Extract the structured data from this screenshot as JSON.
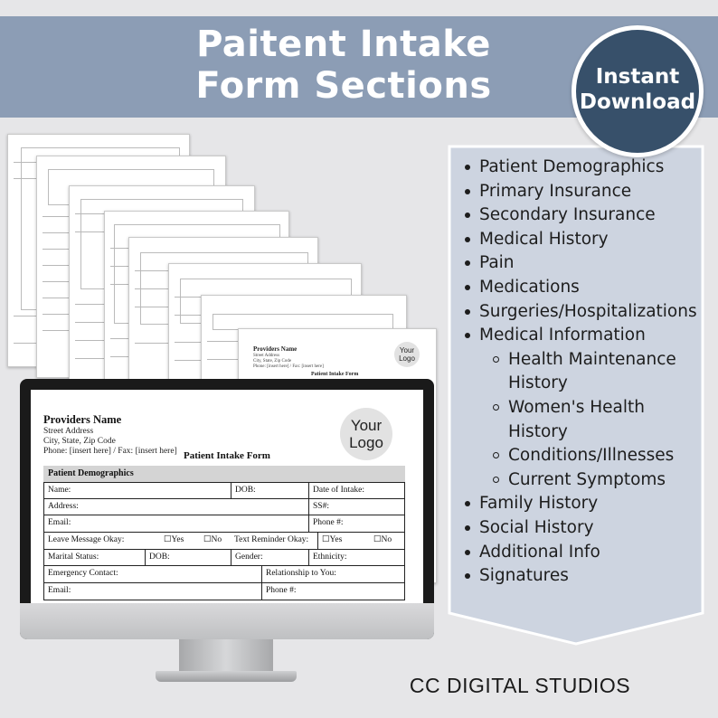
{
  "header": {
    "title_line1": "Paitent Intake",
    "title_line2": "Form Sections",
    "badge_line1": "Instant",
    "badge_line2": "Download"
  },
  "colors": {
    "banner": "#8c9db5",
    "badge": "#37506a",
    "panel": "#cdd4e0"
  },
  "sections": [
    {
      "label": "Patient Demographics"
    },
    {
      "label": "Primary Insurance"
    },
    {
      "label": "Secondary Insurance"
    },
    {
      "label": "Medical History"
    },
    {
      "label": "Pain"
    },
    {
      "label": "Medications"
    },
    {
      "label": "Surgeries/Hospitalizations"
    },
    {
      "label": "Medical Information"
    },
    {
      "label": "Health Maintenance History",
      "sub": true
    },
    {
      "label": "Women's Health History",
      "sub": true
    },
    {
      "label": "Conditions/Illnesses",
      "sub": true
    },
    {
      "label": "Current Symptoms",
      "sub": true
    },
    {
      "label": "Family History"
    },
    {
      "label": "Social History"
    },
    {
      "label": "Additional Info"
    },
    {
      "label": "Signatures"
    }
  ],
  "form": {
    "provider_name": "Providers Name",
    "street": "Street Address",
    "city": "City, State, Zip Code",
    "phone_fax": "Phone: [insert here] / Fax: [insert here]",
    "logo_line1": "Your",
    "logo_line2": "Logo",
    "form_title": "Patient Intake Form",
    "section_title": "Patient Demographics",
    "fields": {
      "name": "Name:",
      "dob": "DOB:",
      "date_of_intake": "Date of Intake:",
      "address": "Address:",
      "ssn": "SS#:",
      "email": "Email:",
      "phone": "Phone #:",
      "leave_message": "Leave Message Okay:",
      "yes": "☐Yes",
      "no": "☐No",
      "text_reminder": "Text Reminder Okay:",
      "marital_status": "Marital Status:",
      "dob2": "DOB:",
      "gender": "Gender:",
      "ethnicity": "Ethnicity:",
      "emergency_contact": "Emergency Contact:",
      "relationship": "Relationship to You:",
      "email2": "Email:",
      "phone2": "Phone #:"
    }
  },
  "back_page": {
    "provider_name": "Providers Name",
    "street": "Street Address",
    "city": "City, State, Zip Code",
    "phone_fax": "Phone: [insert here] / Fax: [insert here]",
    "form_title": "Patient Intake Form",
    "logo_line1": "Your",
    "logo_line2": "Logo"
  },
  "footer": {
    "brand": "CC DIGITAL STUDIOS"
  }
}
